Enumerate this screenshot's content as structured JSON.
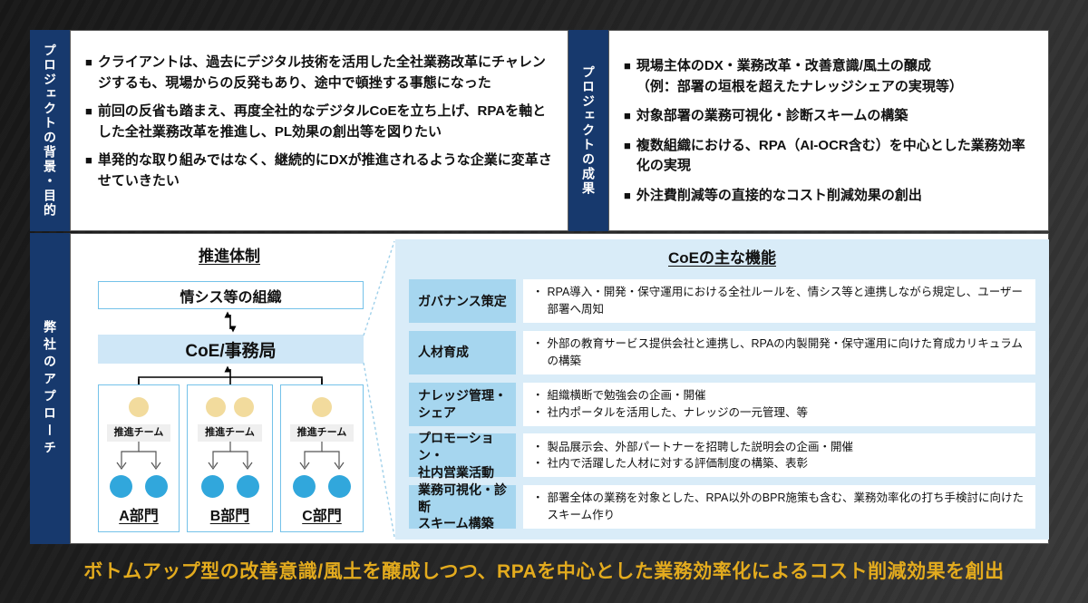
{
  "markers": {
    "square": "■",
    "dot": "・"
  },
  "colors": {
    "navy_band": "#17396d",
    "panel_blue": "#d9ecf8",
    "label_cell_blue": "#a6d6ef",
    "coe_bar_blue": "#cfe7f7",
    "box_border_blue": "#74c2e9",
    "member_yellow": "#f2db9d",
    "worker_blue": "#31a7dc",
    "accent_yellow": "#e3ab1e"
  },
  "sections": {
    "background": {
      "label": "プロジェクトの背景・目的",
      "bullets": [
        {
          "text": "クライアントは、過去にデジタル技術を活用した全社業務改革にチャレンジするも、現場からの反発もあり、途中で頓挫する事態になった"
        },
        {
          "text": "前回の反省も踏まえ、再度全社的なデジタルCoEを立ち上げ、RPAを軸とした全社業務改革を推進し、PL効果の創出等を図りたい"
        },
        {
          "text": "単発的な取り組みではなく、継続的にDXが推進されるような企業に変革させていきたい"
        }
      ]
    },
    "results": {
      "label": "プロジェクトの成果",
      "bullets": [
        {
          "text": "現場主体のDX・業務改革・改善意識/風土の醸成",
          "sub": "（例：部署の垣根を超えたナレッジシェアの実現等）"
        },
        {
          "text": "対象部署の業務可視化・診断スキームの構築"
        },
        {
          "text": "複数組織における、RPA（AI-OCR含む）を中心とした業務効率化の実現"
        },
        {
          "text": "外注費削減等の直接的なコスト削減効果の創出"
        }
      ]
    },
    "approach": {
      "label": "弊社のアプローチ",
      "org": {
        "title": "推進体制",
        "top_box": "情シス等の組織",
        "coe_box": "CoE/事務局",
        "team_label": "推進チーム",
        "departments": [
          {
            "name": "A部門",
            "members": 1
          },
          {
            "name": "B部門",
            "members": 2
          },
          {
            "name": "C部門",
            "members": 1
          }
        ]
      },
      "functions": {
        "title": "CoEの主な機能",
        "rows": [
          {
            "label": "ガバナンス策定",
            "bullets": [
              "RPA導入・開発・保守運用における全社ルールを、情シス等と連携しながら規定し、ユーザー部署へ周知"
            ]
          },
          {
            "label": "人材育成",
            "bullets": [
              "外部の教育サービス提供会社と連携し、RPAの内製開発・保守運用に向けた育成カリキュラムの構築"
            ]
          },
          {
            "label": "ナレッジ管理・\nシェア",
            "bullets": [
              "組織横断で勉強会の企画・開催",
              "社内ポータルを活用した、ナレッジの一元管理、等"
            ]
          },
          {
            "label": "プロモーション・\n社内営業活動",
            "bullets": [
              "製品展示会、外部パートナーを招聘した説明会の企画・開催",
              "社内で活躍した人材に対する評価制度の構築、表彰"
            ]
          },
          {
            "label": "業務可視化・診断\nスキーム構築",
            "bullets": [
              "部署全体の業務を対象とした、RPA以外のBPR施策も含む、業務効率化の打ち手検討に向けたスキーム作り"
            ]
          }
        ]
      }
    }
  },
  "bottom_message": "ボトムアップ型の改善意識/風土を醸成しつつ、RPAを中心とした業務効率化によるコスト削減効果を創出"
}
